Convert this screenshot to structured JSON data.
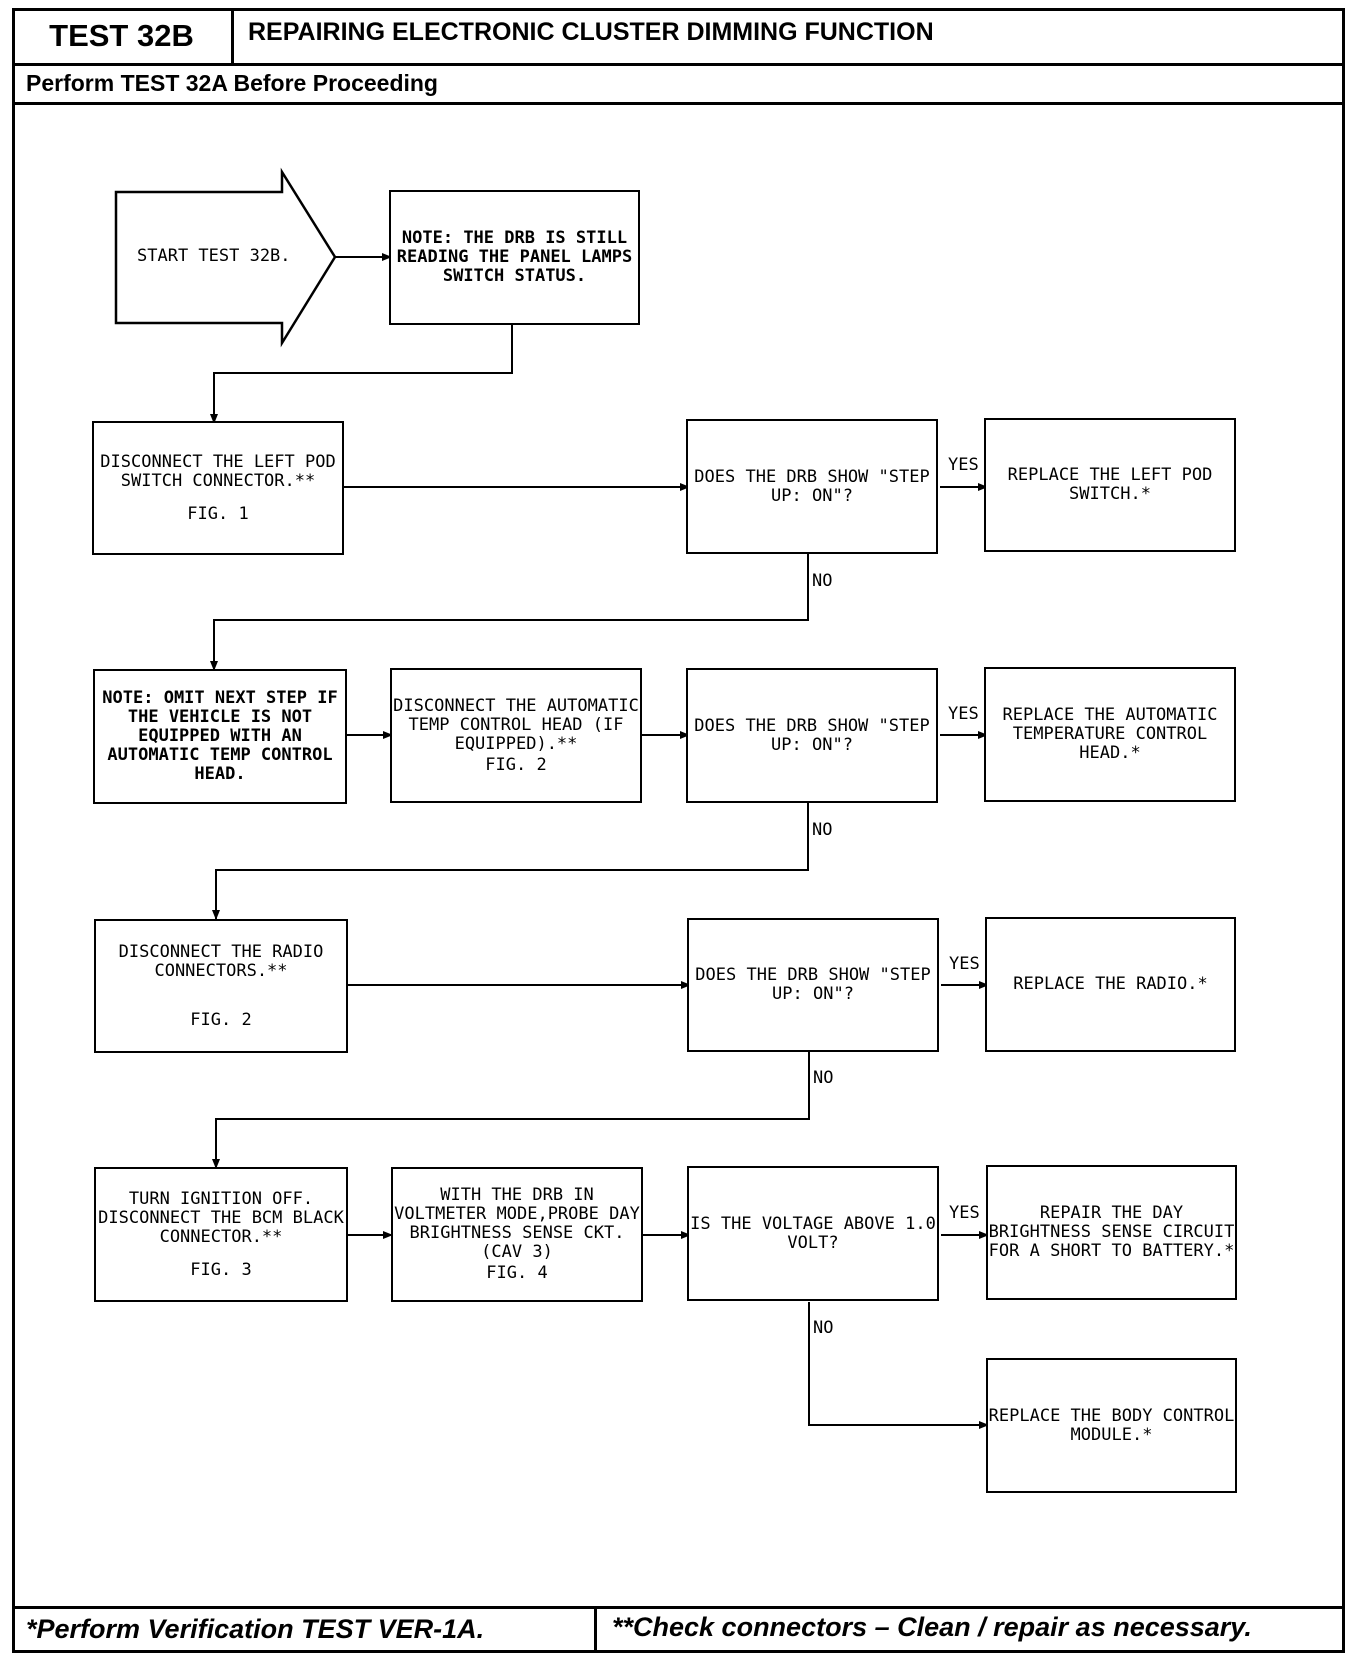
{
  "header": {
    "test_id": "TEST 32B",
    "title": "REPAIRING ELECTRONIC CLUSTER DIMMING FUNCTION",
    "subtitle": "Perform TEST 32A Before Proceeding"
  },
  "footer": {
    "left": "*Perform Verification TEST VER-1A.",
    "right": "**Check connectors – Clean / repair as necessary."
  },
  "flow": {
    "start": "START TEST 32B.",
    "note1": "NOTE: THE DRB IS STILL READING THE PANEL LAMPS SWITCH STATUS.",
    "row1": {
      "action": "DISCONNECT THE LEFT POD SWITCH CONNECTOR.**",
      "action_fig": "FIG. 1",
      "question": "DOES THE DRB SHOW \"STEP UP: ON\"?",
      "result": "REPLACE THE LEFT POD SWITCH.*"
    },
    "row2": {
      "note": "NOTE: OMIT NEXT STEP IF THE VEHICLE IS NOT EQUIPPED WITH AN AUTOMATIC TEMP CONTROL HEAD.",
      "action": "DISCONNECT THE AUTOMATIC TEMP CONTROL HEAD (IF EQUIPPED).**",
      "action_fig": "FIG. 2",
      "question": "DOES THE DRB SHOW \"STEP UP: ON\"?",
      "result": "REPLACE THE AUTOMATIC TEMPERATURE CONTROL HEAD.*"
    },
    "row3": {
      "action": "DISCONNECT THE RADIO CONNECTORS.**",
      "action_fig": "FIG. 2",
      "question": "DOES THE DRB SHOW \"STEP UP: ON\"?",
      "result": "REPLACE THE RADIO.*"
    },
    "row4": {
      "action": "TURN IGNITION OFF. DISCONNECT THE BCM BLACK CONNECTOR.**",
      "action_fig": "FIG. 3",
      "probe": "WITH THE DRB IN VOLTMETER MODE,PROBE DAY BRIGHTNESS SENSE CKT.(CAV 3)",
      "probe_fig": "FIG. 4",
      "question": "IS THE VOLTAGE ABOVE 1.0 VOLT?",
      "result_yes": "REPAIR THE DAY BRIGHTNESS SENSE CIRCUIT FOR A SHORT TO BATTERY.*",
      "result_no": "REPLACE THE BODY CONTROL MODULE.*"
    },
    "yes_label": "YES",
    "no_label": "NO"
  }
}
